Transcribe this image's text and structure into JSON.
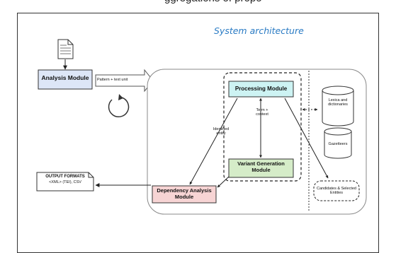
{
  "header": {
    "top_text": "ggregations of propo"
  },
  "title": "System architecture",
  "modules": {
    "analysis": "Analysis Module",
    "processing": "Processing Module",
    "variant_generation": "Variant Generation Module",
    "dependency_analysis": "Dependency Analysis Module"
  },
  "resources": {
    "lexica": "Lexica and dictionaries",
    "gazetteers": "Gazetteers",
    "candidates": "Candidates & Selected Entities"
  },
  "labels": {
    "pattern": "Pattern + text unit",
    "identified_entity": "Identified entity",
    "term_context": "Term + context"
  },
  "output": {
    "title": "OUTPUT FORMATS",
    "formats": "<XML> (TEI), CSV"
  },
  "colors": {
    "analysis_fill": "#dde6f7",
    "processing_fill": "#cdf3f3",
    "variant_fill": "#d5ecc8",
    "dependency_fill": "#f7d4d4",
    "title_color": "#2a7bc4"
  }
}
